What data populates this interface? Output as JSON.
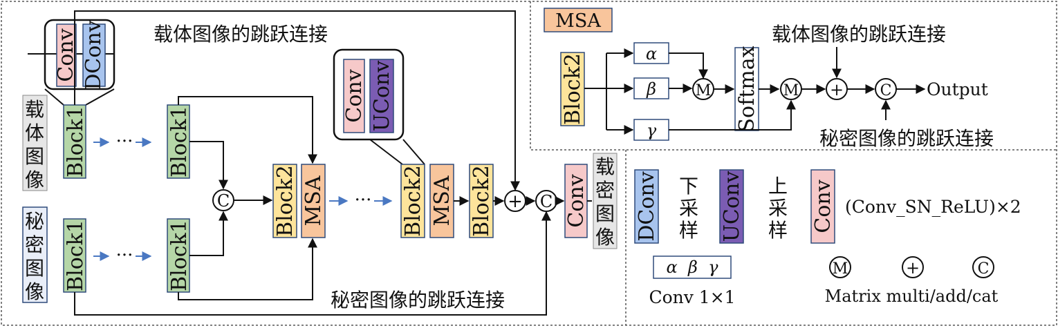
{
  "main": {
    "cover_skip": "载体图像的跳跃连接",
    "secret_skip": "秘密图像的跳跃连接",
    "cover_image_label": [
      "载",
      "体",
      "图",
      "像"
    ],
    "secret_image_label": [
      "秘",
      "密",
      "图",
      "像"
    ],
    "stego_image_label": [
      "载",
      "密",
      "图",
      "像"
    ],
    "block1": "Block1",
    "block2": "Block2",
    "msa": "MSA",
    "conv": "Conv",
    "dconv": "DConv",
    "uconv": "UConv",
    "dots": "···",
    "circle_c": "C",
    "circle_plus": "+"
  },
  "msa_panel": {
    "title": "MSA",
    "block2": "Block2",
    "alpha": "α",
    "beta": "β",
    "gamma": "γ",
    "circle_m": "M",
    "softmax": "Softmax",
    "circle_plus": "+",
    "circle_c": "C",
    "output": "Output",
    "cover_skip": "载体图像的跳跃连接",
    "secret_skip": "秘密图像的跳跃连接"
  },
  "legend": {
    "dconv": "DConv",
    "downsample": [
      "下",
      "采",
      "样"
    ],
    "uconv": "UConv",
    "upsample": [
      "上",
      "采",
      "样"
    ],
    "conv": "Conv",
    "conv_desc": "(Conv_SN_ReLU)×2",
    "greek": "α  β  γ",
    "conv1x1": "Conv 1×1",
    "m": "M",
    "plus": "+",
    "c": "C",
    "ops_desc": "Matrix multi/add/cat"
  },
  "colors": {
    "green": "#b5d6a7",
    "yellow": "#fde49b",
    "orange": "#f8c59c",
    "pink": "#f6c9c9",
    "blue": "#a8c4ee",
    "purple": "#7b5cb3",
    "gray": "#e6e6e6",
    "light_blue": "#e9eef8",
    "edge": "#2e4a7a",
    "dashed_arrow": "#4a78c2"
  }
}
